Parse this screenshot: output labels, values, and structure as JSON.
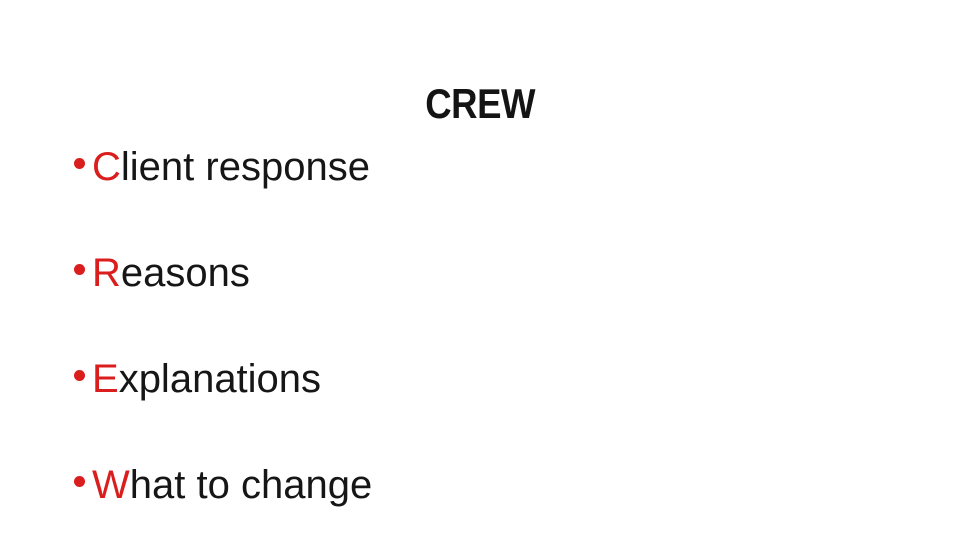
{
  "slide": {
    "title": "CREW",
    "bullets": [
      {
        "highlight": "C",
        "rest": "lient response"
      },
      {
        "highlight": "R",
        "rest": "easons"
      },
      {
        "highlight": "E",
        "rest": "xplanations"
      },
      {
        "highlight": "W",
        "rest": "hat to change"
      }
    ],
    "colors": {
      "accent_red": "#da1e1e",
      "text_black": "#161616",
      "background": "#ffffff"
    }
  }
}
